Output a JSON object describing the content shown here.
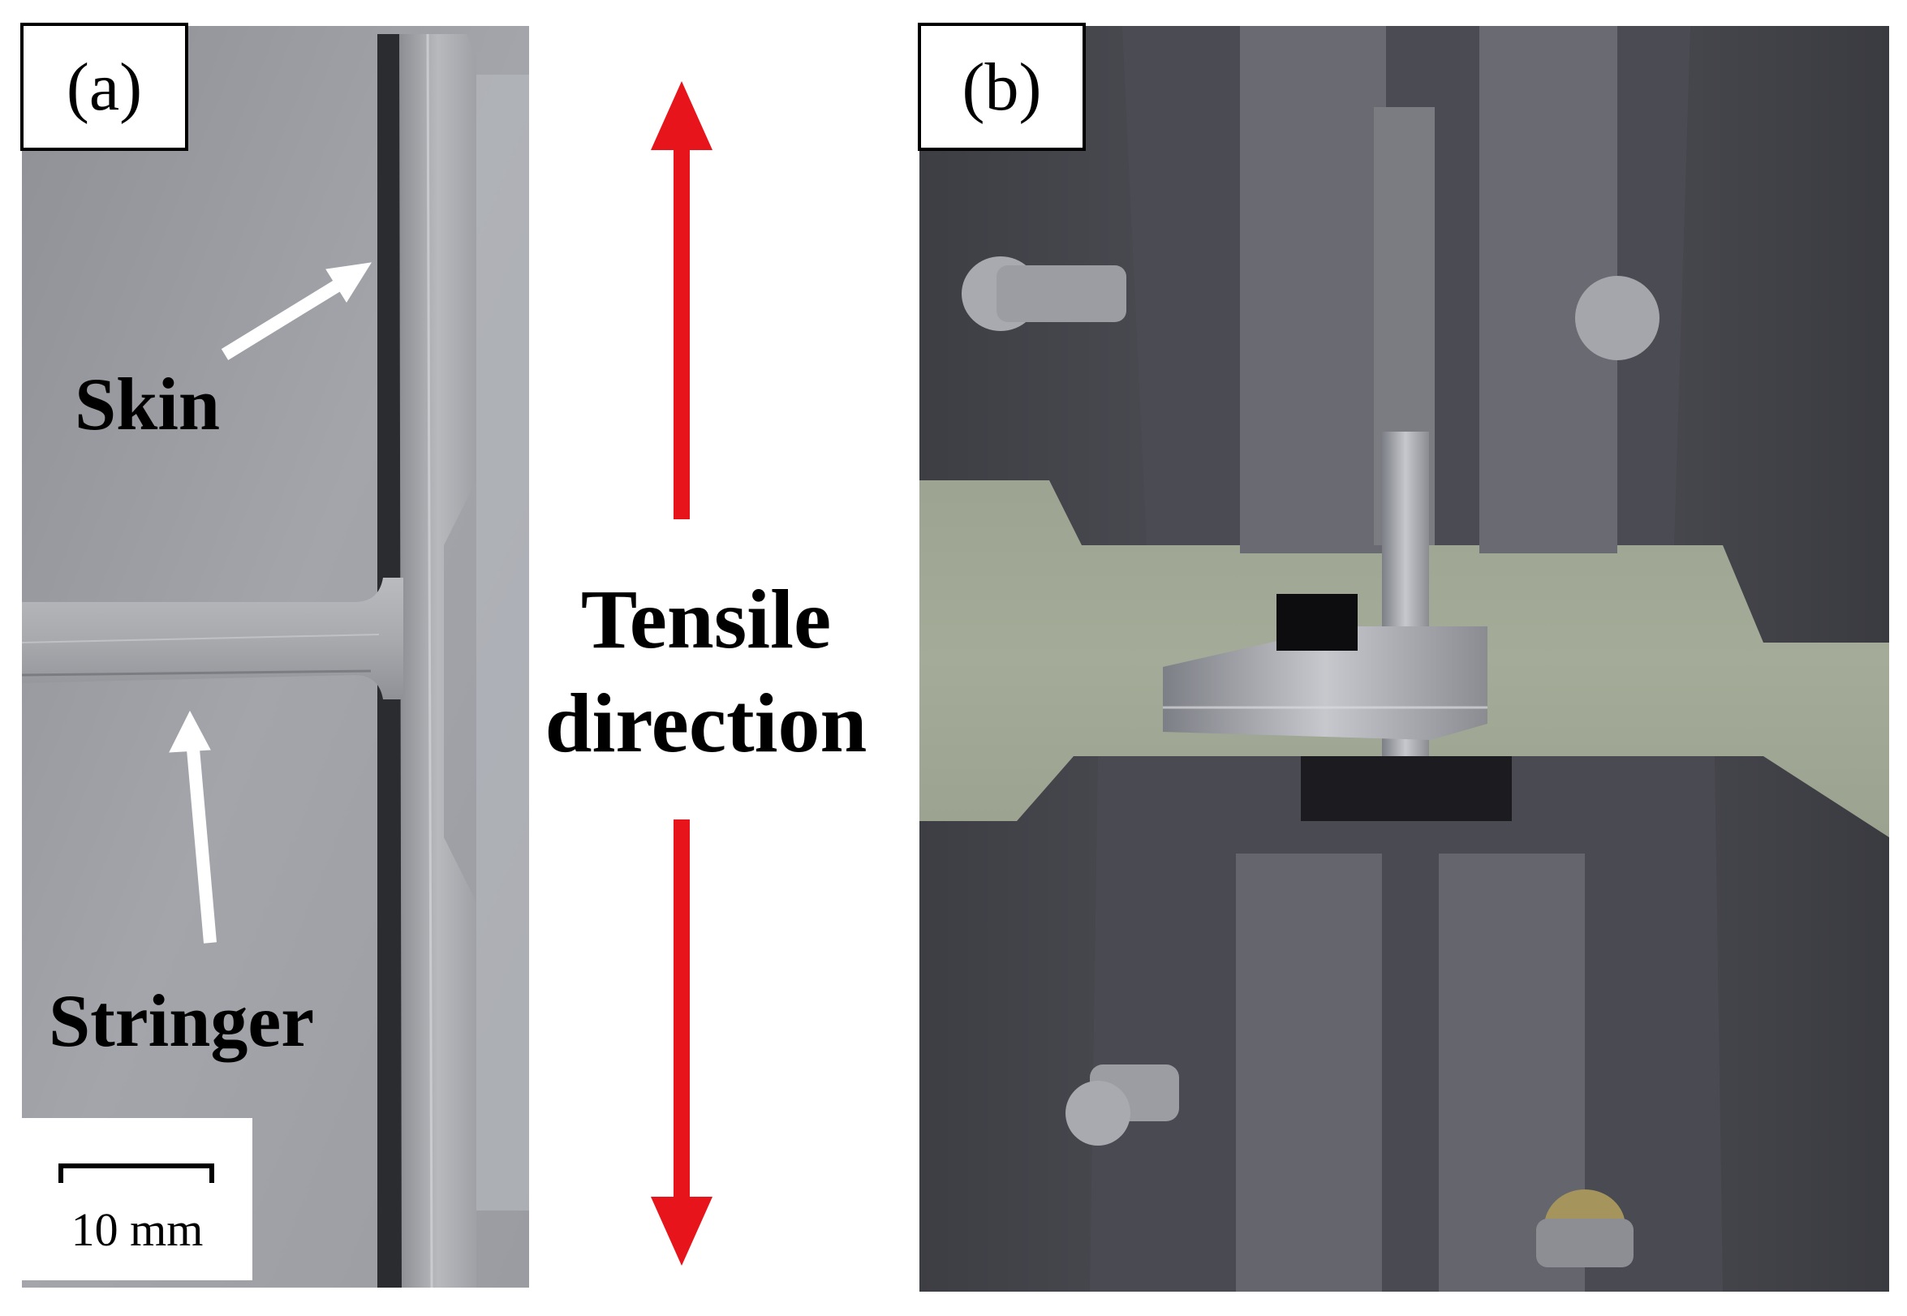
{
  "figure": {
    "panel_a": {
      "tag": "(a)",
      "skin_label": "Skin",
      "stringer_label": "Stringer",
      "scale_bar_label": "10 mm"
    },
    "panel_b": {
      "tag": "(b)"
    },
    "tensile_direction": {
      "line1": "Tensile",
      "line2": "direction"
    },
    "colors": {
      "arrow": "#e8141b",
      "pointer_arrow": "#ffffff",
      "label_text": "#000000"
    }
  }
}
